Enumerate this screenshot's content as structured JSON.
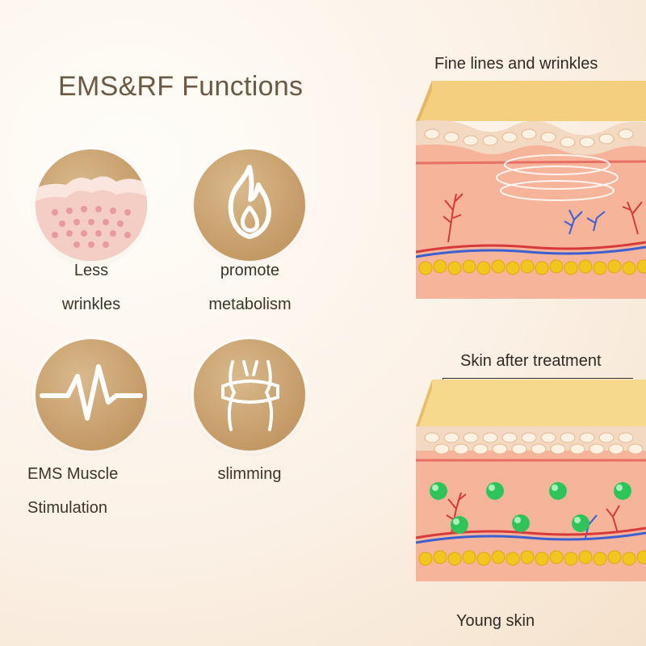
{
  "title": "EMS&RF Functions",
  "functions": [
    {
      "label_line1": "Less",
      "label_line2": "wrinkles",
      "icon": "skin-layer-icon"
    },
    {
      "label_line1": "promote",
      "label_line2": "metabolism",
      "icon": "flame-icon"
    },
    {
      "label_line1": "EMS Muscle",
      "label_line2": "Stimulation",
      "icon": "pulse-wave-icon"
    },
    {
      "label_line1": "slimming",
      "label_line2": "",
      "icon": "waist-tape-icon"
    }
  ],
  "panels": {
    "before_caption": "Fine lines and wrinkles",
    "after_caption": "Skin after treatment",
    "bottom_caption": "Young skin"
  },
  "colors": {
    "title": "#6b5a43",
    "icon_gold": "#c49a66",
    "skin_top": "#f6d98c",
    "dermis": "#f3a58f",
    "fat_cells": "#f1c61f",
    "collagen_green": "#2ec45a"
  }
}
